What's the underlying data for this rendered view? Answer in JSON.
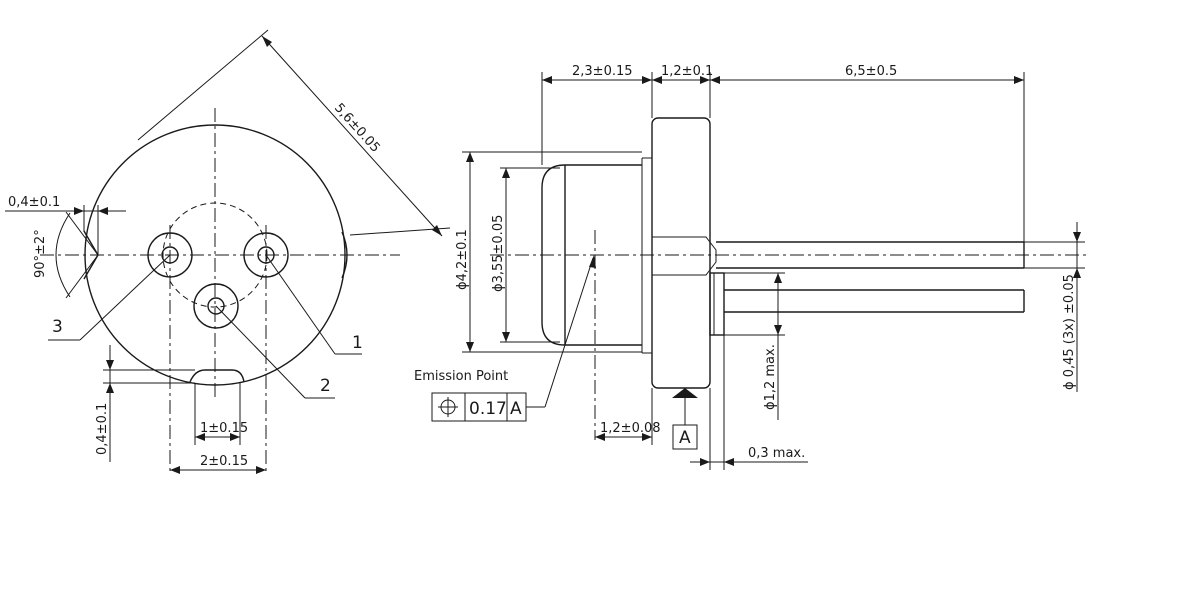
{
  "front_view": {
    "diag_dim": "5,6±0.05",
    "notch_width_dim": "0,4±0.1",
    "notch_angle": "90°±2°",
    "flat_dim": "0,4±0.1",
    "slot_width": "1±0.15",
    "pin_spacing": "2±0.15",
    "pin_labels": [
      "1",
      "2",
      "3"
    ]
  },
  "side_view": {
    "cap_length": "2,3±0.15",
    "flange_thickness": "1,2±0.1",
    "lead_length": "6,5±0.5",
    "flange_diameter": "ϕ4,2±0.1",
    "cap_diameter": "ϕ3,55±0.05",
    "emission_label": "Emission Point",
    "tolerance_value": "0.17",
    "datum_ref": "A",
    "emission_depth": "1,2±0.08",
    "datum_label": "A",
    "stub_diameter": "ϕ1,2 max.",
    "lead_diameter": "ϕ 0,45 (3x) ±0.05",
    "stub_offset": "0,3 max."
  }
}
